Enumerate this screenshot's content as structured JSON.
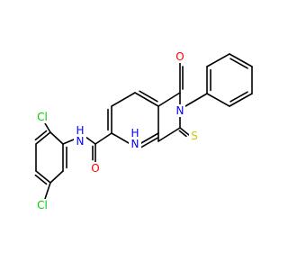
{
  "molecule": {
    "colors": {
      "bond": "#000000",
      "C": "#000000",
      "N": "#0000ff",
      "O": "#ff0000",
      "S": "#cccc00",
      "Cl": "#00cc00"
    },
    "atoms": [
      {
        "id": "O1",
        "label": "O",
        "element": "O"
      },
      {
        "id": "N3",
        "label": "N",
        "element": "N"
      },
      {
        "id": "N1",
        "label": "H\nN",
        "element": "N"
      },
      {
        "id": "S2",
        "label": "S",
        "element": "S"
      },
      {
        "id": "Namide",
        "label": "H\nN",
        "element": "N"
      },
      {
        "id": "Oamide",
        "label": "O",
        "element": "O"
      },
      {
        "id": "Cl1",
        "label": "Cl",
        "element": "Cl"
      },
      {
        "id": "Cl2",
        "label": "Cl",
        "element": "Cl"
      }
    ],
    "labels": {
      "O1": "O",
      "N3": "N",
      "N1_H": "H",
      "N1": "N",
      "S2": "S",
      "Namide_H": "H",
      "Namide": "N",
      "Oamide": "O",
      "Cl1": "Cl",
      "Cl2": "Cl"
    }
  }
}
